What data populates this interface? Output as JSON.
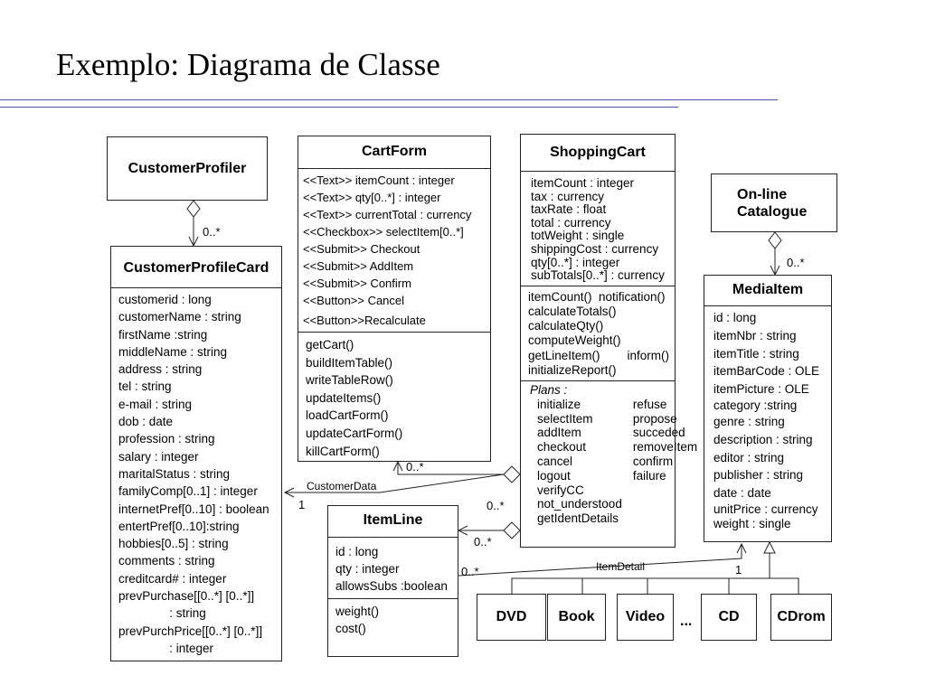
{
  "title": "Exemplo: Diagrama de Classe",
  "classes": {
    "customer_profiler": {
      "name": "CustomerProfiler"
    },
    "customer_profile_card": {
      "name": "CustomerProfileCard",
      "attributes": [
        "customerid : long",
        "customerName : string",
        "firstName :string",
        "middleName : string",
        "address : string",
        "tel : string",
        "e-mail : string",
        "dob : date",
        "profession : string",
        "salary : integer",
        "maritalStatus : string",
        "familyComp[0..1] : integer",
        "internetPref[0..10] : boolean",
        "entertPref[0..10]:string",
        "hobbies[0..5] : string",
        "comments : string",
        "creditcard# : integer",
        "prevPurchase[[0..*] [0..*]]",
        "               : string",
        "prevPurchPrice[[0..*] [0..*]]",
        "               : integer"
      ]
    },
    "cart_form": {
      "name": "CartForm",
      "attributes": [
        "<<Text>> itemCount : integer",
        "<<Text>> qty[0..*] : integer",
        "<<Text>> currentTotal : currency",
        "<<Checkbox>> selectItem[0..*]",
        "<<Submit>> Checkout",
        "<<Submit>> AddItem",
        "<<Submit>> Confirm",
        "<<Button>> Cancel",
        "<<Button>>Recalculate"
      ],
      "operations": [
        "getCart()",
        "buildItemTable()",
        "writeTableRow()",
        "updateItems()",
        "loadCartForm()",
        "updateCartForm()",
        "killCartForm()"
      ]
    },
    "shopping_cart": {
      "name": "ShoppingCart",
      "attributes": [
        "itemCount : integer",
        "tax : currency",
        "taxRate : float",
        "total : currency",
        "totWeight : single",
        "shippingCost : currency",
        "qty[0..*] : integer",
        "subTotals[0..*] : currency"
      ],
      "operations": [
        "itemCount()  notification()",
        "calculateTotals()",
        "calculateQty()",
        "computeWeight()",
        "getLineItem()        inform()",
        "initializeReport()"
      ],
      "plans_label": "Plans :",
      "plans_col1": [
        "initialize",
        "selectItem",
        "addItem",
        "checkout",
        "cancel",
        "logout",
        "verifyCC",
        "not_understood",
        "getIdentDetails"
      ],
      "plans_col2": [
        "refuse",
        "propose",
        "succeded",
        "removeItem",
        "confirm",
        "failure"
      ]
    },
    "online_catalogue": {
      "name": "On-line\nCatalogue"
    },
    "media_item": {
      "name": "MediaItem",
      "attributes": [
        "id : long",
        "itemNbr : string",
        "itemTitle : string",
        "itemBarCode : OLE",
        "itemPicture : OLE",
        "category :string",
        "genre : string",
        "description : string",
        "editor : string",
        "publisher : string",
        "date : date",
        "unitPrice : currency",
        "weight : single"
      ]
    },
    "item_line": {
      "name": "ItemLine",
      "attributes": [
        "id : long",
        "qty : integer",
        "allowsSubs :boolean"
      ],
      "operations": [
        "weight()",
        "cost()"
      ]
    },
    "subclasses": [
      "DVD",
      "Book",
      "Video",
      "CD",
      "CDrom"
    ],
    "ellipsis": "..."
  },
  "associations": {
    "profiler_mult": "0..*",
    "catalogue_mult": "0..*",
    "cartform_mult": "0..*",
    "customer_data": "CustomerData",
    "customer_data_one": "1",
    "cart_itemline_mult1": "0..*",
    "cart_itemline_mult2": "0..*",
    "item_detail": "ItemDetail",
    "item_detail_left": "0..*",
    "item_detail_right": "1"
  }
}
